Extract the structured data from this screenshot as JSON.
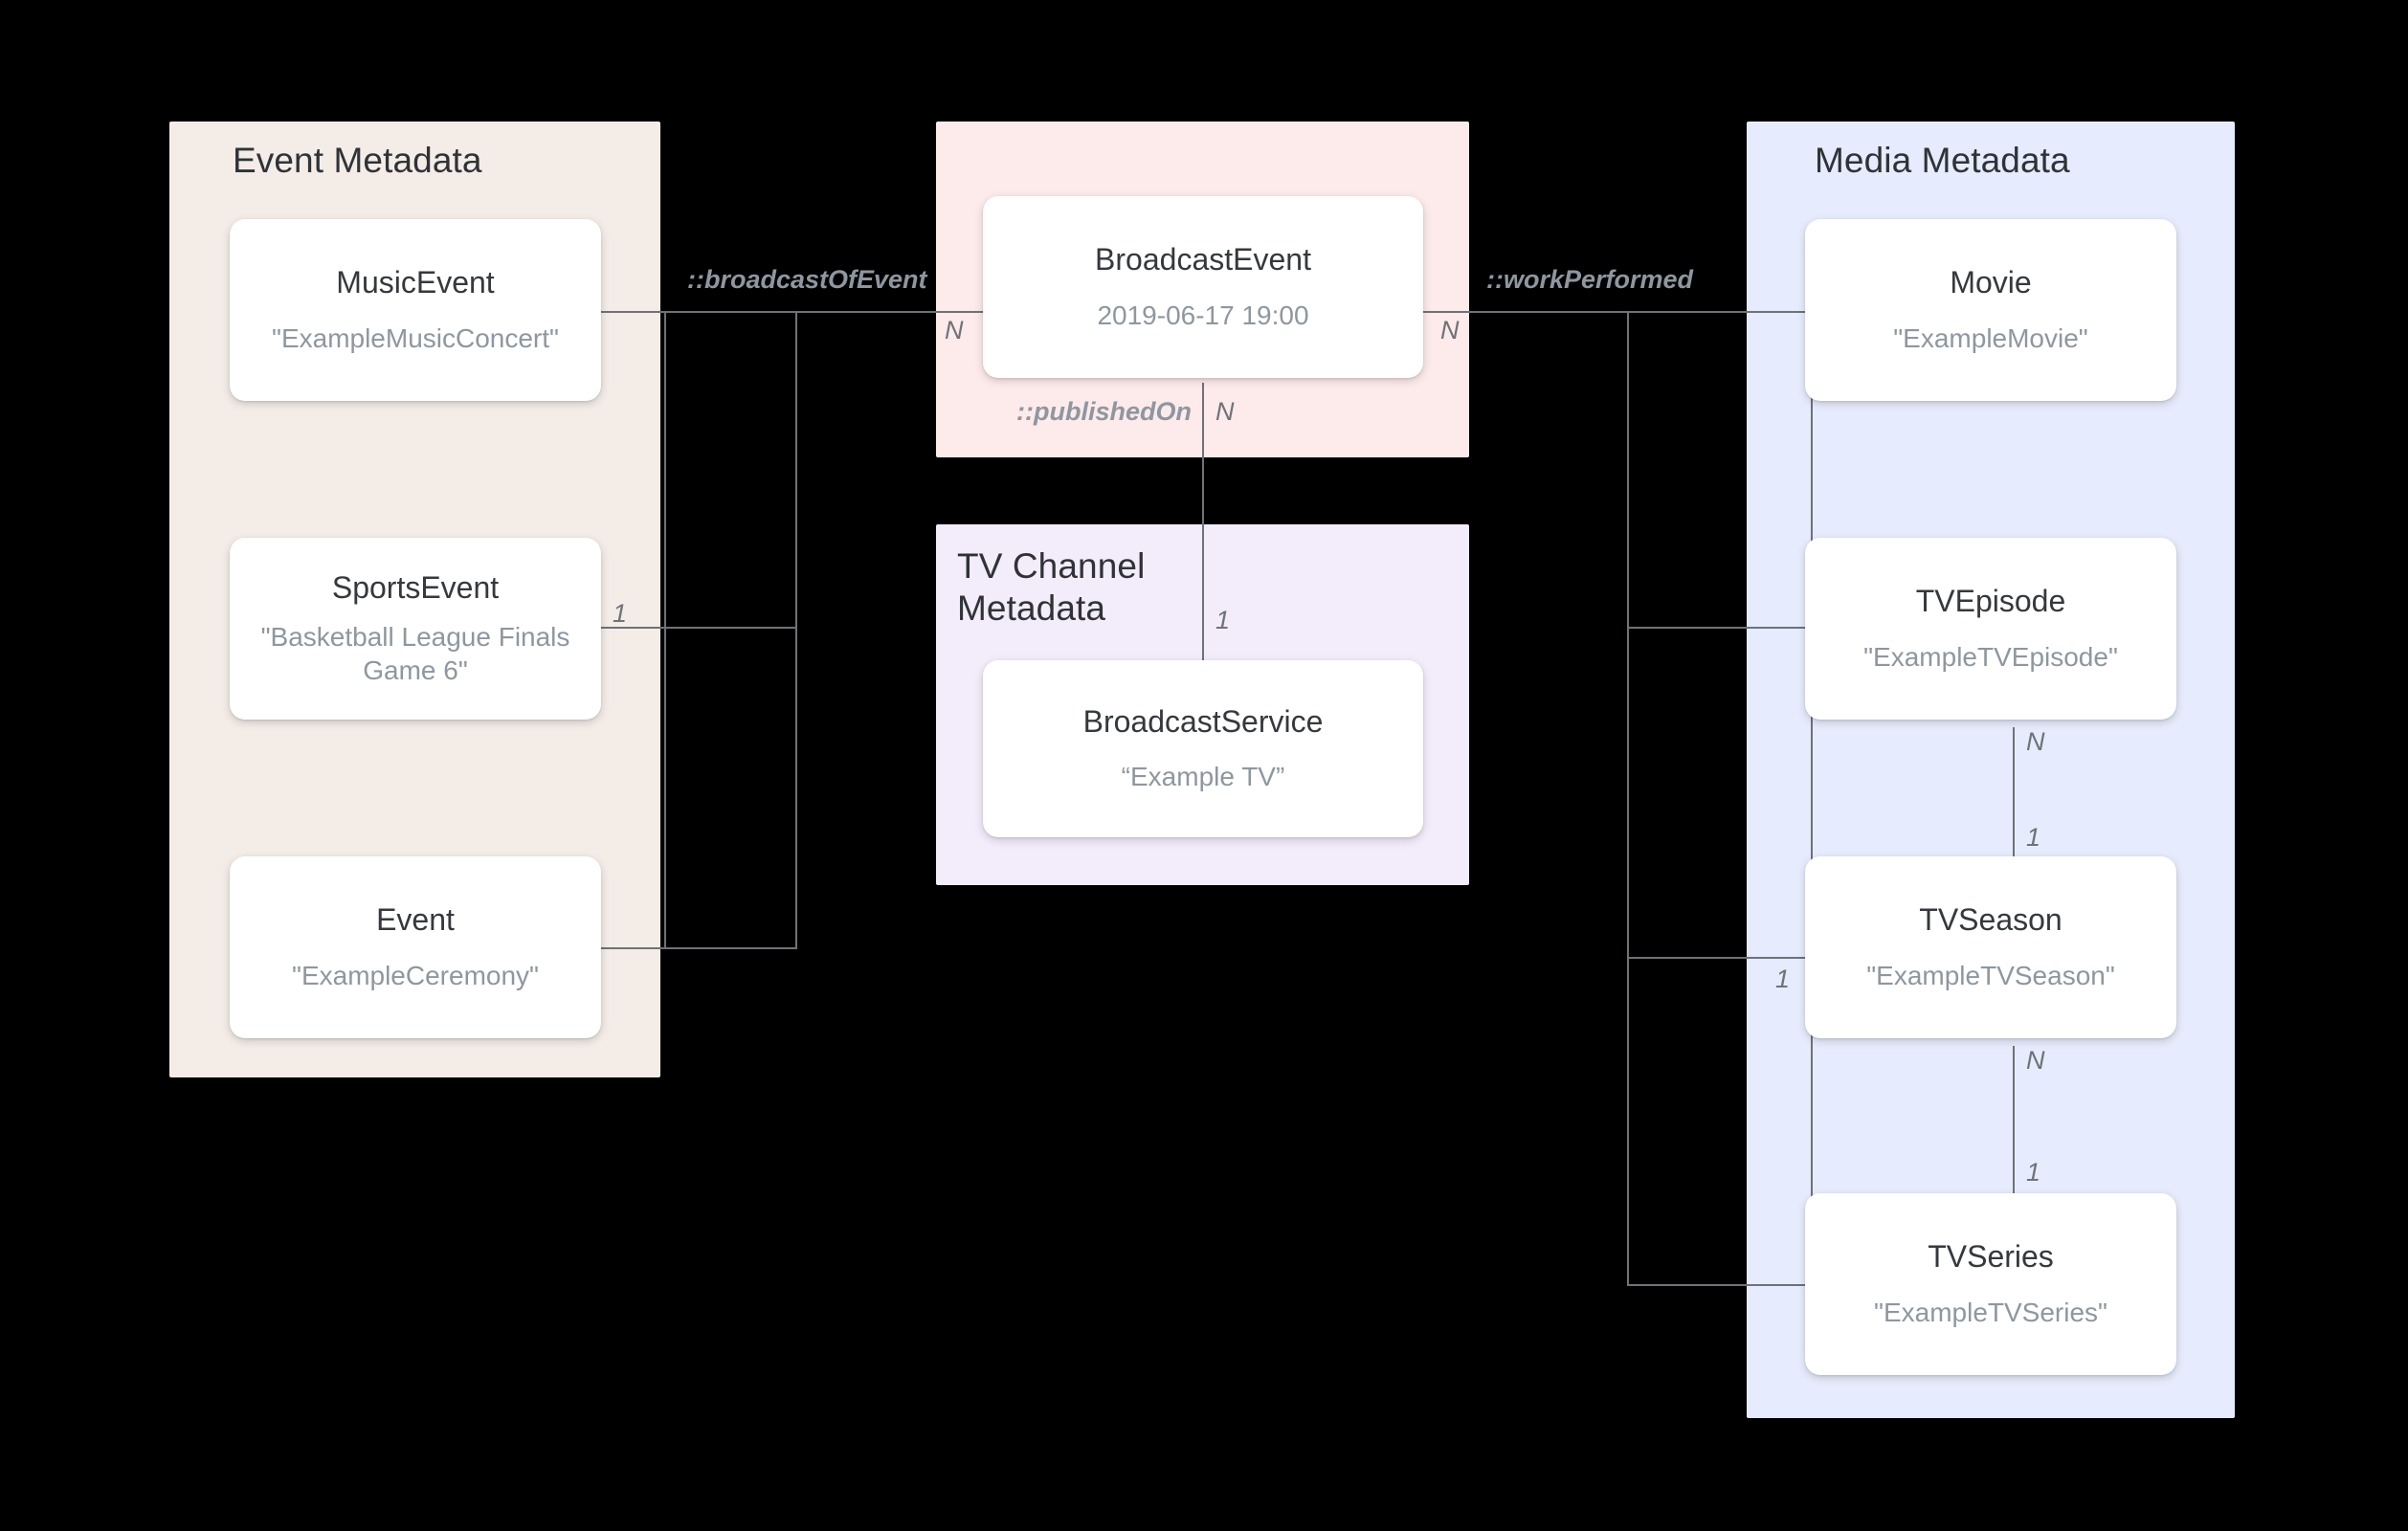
{
  "diagram": {
    "type": "entity-relationship",
    "groups": [
      {
        "id": "event",
        "title": "Event Metadata",
        "color": "#f4ece7"
      },
      {
        "id": "bcast",
        "title": "",
        "color": "#fdeaea"
      },
      {
        "id": "tv",
        "title": "TV Channel Metadata",
        "color": "#f3ecfb"
      },
      {
        "id": "media",
        "title": "Media Metadata",
        "color": "#e6ecfd"
      }
    ],
    "nodes": [
      {
        "id": "music_event",
        "class_name": "MusicEvent",
        "value": "\"ExampleMusicConcert\""
      },
      {
        "id": "sports_event",
        "class_name": "SportsEvent",
        "value": "\"Basketball League Finals Game 6\""
      },
      {
        "id": "event",
        "class_name": "Event",
        "value": "\"ExampleCeremony\""
      },
      {
        "id": "bcast_event",
        "class_name": "BroadcastEvent",
        "value": "2019-06-17 19:00"
      },
      {
        "id": "bcast_svc",
        "class_name": "BroadcastService",
        "value": "“Example TV”"
      },
      {
        "id": "movie",
        "class_name": "Movie",
        "value": "\"ExampleMovie\""
      },
      {
        "id": "tv_episode",
        "class_name": "TVEpisode",
        "value": "\"ExampleTVEpisode\""
      },
      {
        "id": "tv_season",
        "class_name": "TVSeason",
        "value": "\"ExampleTVSeason\""
      },
      {
        "id": "tv_series",
        "class_name": "TVSeries",
        "value": "\"ExampleTVSeries\""
      }
    ],
    "edges": [
      {
        "id": "broadcast_of_event",
        "label": "::broadcastOfEvent",
        "source_mult": "1",
        "target_mult": "N"
      },
      {
        "id": "published_on",
        "label": "::publishedOn",
        "source_mult": "N",
        "target_mult": "1"
      },
      {
        "id": "work_performed",
        "label": "::workPerformed",
        "source_mult": "N",
        "target_mult": "1"
      },
      {
        "id": "episode_season",
        "label": "",
        "source_mult": "N",
        "target_mult": "1"
      },
      {
        "id": "season_series",
        "label": "",
        "source_mult": "N",
        "target_mult": "1"
      }
    ],
    "multiplicities": {
      "broadcast_left": "1",
      "broadcast_right": "N",
      "published_n": "N",
      "published_1": "1",
      "work_n": "N",
      "episode_n": "N",
      "episode_1": "1",
      "season_1_left": "1",
      "season_n": "N",
      "series_1": "1"
    }
  }
}
